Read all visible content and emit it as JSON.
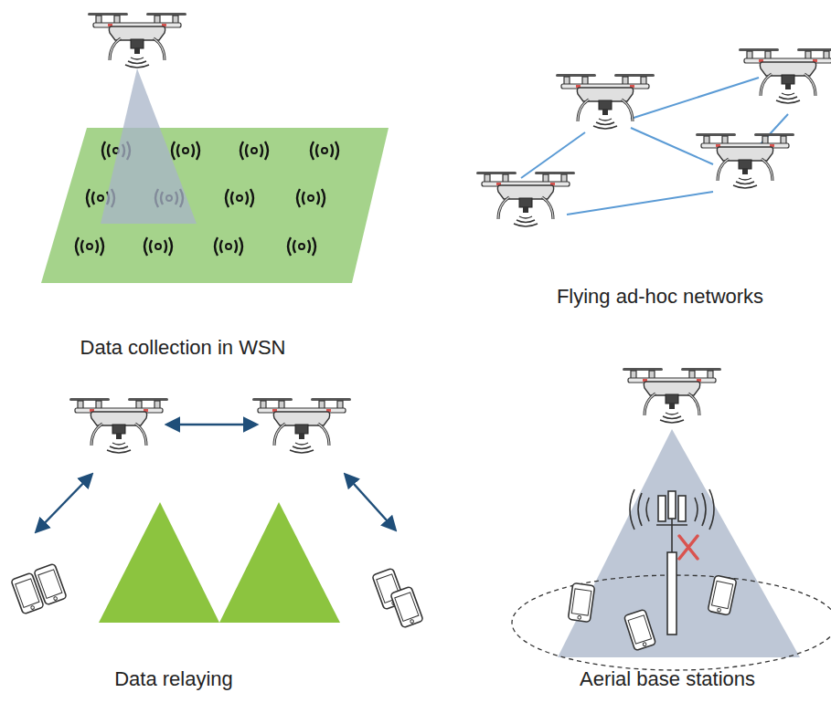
{
  "diagram": {
    "labels": [
      "Data collection in WSN",
      "Flying ad-hoc networks",
      "Data relaying",
      "Aerial base stations"
    ]
  }
}
